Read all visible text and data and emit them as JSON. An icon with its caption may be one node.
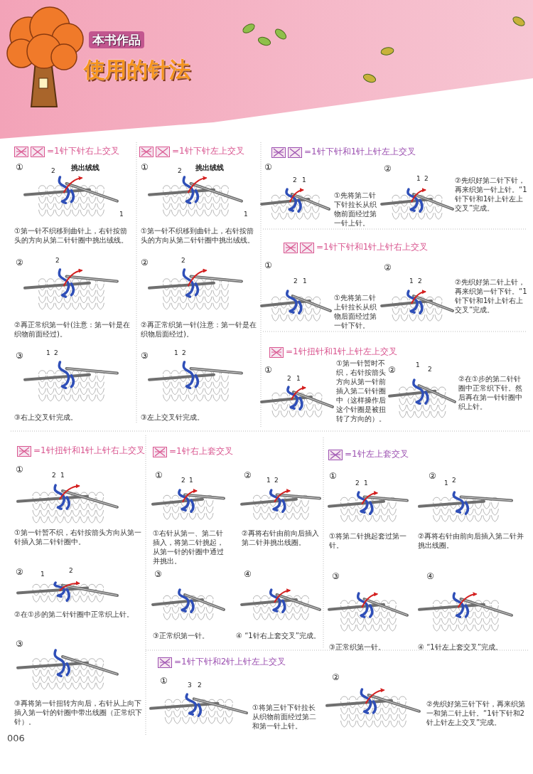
{
  "diagram": {
    "title": "使用的针法",
    "labels": [
      "本书作品",
      "=1针下针右上交叉",
      "①",
      "挑出绒线",
      "2",
      "1",
      "①第一针不织移到曲针上，右针按箭头的方向从第二针针圈中挑出绒线。",
      "②",
      "2",
      "②再正常织第一针(注意：第一针是在织物前面经过)。",
      "③",
      "1",
      "2",
      "③右上交叉针完成。",
      "=1针下针左上交叉",
      "①",
      "挑出绒线",
      "2",
      "1",
      "①第一针不织移到曲针上，右针按箭头的方向从第二针针圈中挑出绒线。",
      "②",
      "2",
      "②再正常织第一针(注意：第一针是在织物后面经过)。",
      "③",
      "1",
      "2",
      "③左上交叉针完成。",
      "=1针下针和1针上针左上交叉",
      "①",
      "2",
      "1",
      "①先将第二针下针拉长从织物前面经过第一针上针。",
      "②",
      "1",
      "2",
      "②先织好第二针下针，再来织第一针上针。“1针下针和1针上针左上交叉”完成。",
      "=1针下针和1针上针右上交叉",
      "①",
      "2",
      "1",
      "①先将第二针上针拉长从织物后面经过第一针下针。",
      "②",
      "1",
      "2",
      "②先织好第二针上针，再来织第一针下针。“1针下针和1针上针右上交叉”完成。",
      "=1针扭针和1针上针左上交叉",
      "①",
      "2",
      "1",
      "①第一针暂时不织，右针按箭头方向从第一针前插入第二针针圈中（这样操作后这个针圈是被扭转了方向的）。",
      "②",
      "1",
      "2",
      "②在①步的第二针针圈中正常织下针。然后再在第一针针圈中织上针。",
      "=1针扭针和1针上针右上交叉",
      "①",
      "2",
      "1",
      "①第一针暂不织，右针按箭头方向从第一针插入第二针针圈中。",
      "②",
      "1",
      "2",
      "②在①步的第二针针圈中正常织上针。",
      "③",
      "③再将第一针扭转方向后，右针从上向下插入第一针的针圈中带出线圈（正常织下针）。",
      "=1针右上套交叉",
      "①",
      "2",
      "1",
      "②",
      "1",
      "2",
      "①右针从第一、第二针插入，将第二针挑起，从第一针的针圈中通过并挑出。",
      "②再将右针由前向后插入第二针并挑出线圈。",
      "③",
      "④",
      "③正常织第一针。",
      "④ “1针右上套交叉”完成。",
      "=1针左上套交叉",
      "①",
      "2",
      "1",
      "②",
      "1",
      "2",
      "①将第二针挑起套过第一针。",
      "②再将右针由前向后插入第二针并挑出线圈。",
      "③",
      "④",
      "③正常织第一针。",
      "④ “1针左上套交叉”完成。",
      "=1针下针和2针上针左上交叉",
      "①",
      "3",
      "2",
      "①将第三针下针拉长从织物前面经过第二和第一针上针。",
      "②",
      "②先织好第三针下针，再来织第一和第二针上针。“1针下针和2针上针左上交叉”完成。",
      "006"
    ]
  }
}
